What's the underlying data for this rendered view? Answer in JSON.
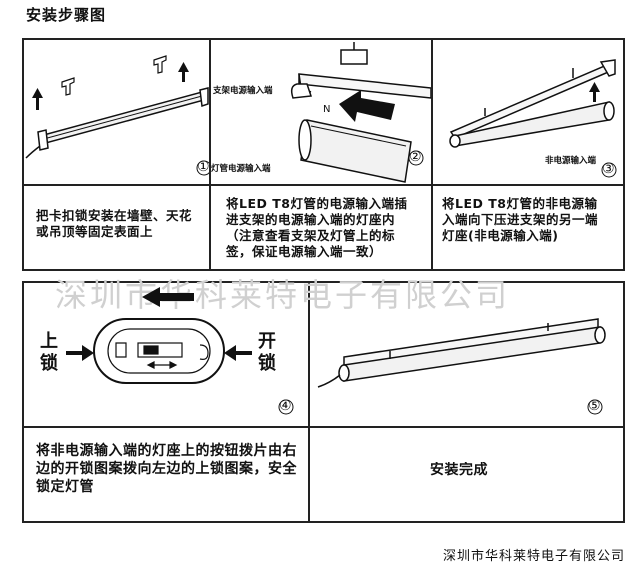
{
  "title": "安装步骤图",
  "panel1": {
    "step": "①",
    "text": "把卡扣锁安装在墙壁、天花或吊顶等固定表面上"
  },
  "panel2": {
    "step": "②",
    "bracket_label": "支架电源输入端",
    "lamp_label": "灯管电源输入端",
    "text": "将LED T8灯管的电源输入端插进支架的电源输入端的灯座内（注意查看支架及灯管上的标签，保证电源输入端一致）"
  },
  "panel3": {
    "step": "③",
    "label": "非电源输入端",
    "text": "将LED T8灯管的非电源输入端向下压进支架的另一端灯座(非电源输入端)"
  },
  "panel4": {
    "step": "④",
    "lock_label": "上锁",
    "unlock_label": "开锁",
    "text": "将非电源输入端的灯座上的按钮拨片由右边的开锁图案拨向左边的上锁图案，安全锁定灯管"
  },
  "panel5": {
    "step": "⑤",
    "text": "安装完成"
  },
  "watermark": "深圳市华科莱特电子有限公司",
  "footer": "深圳市华科莱特电子有限公司"
}
